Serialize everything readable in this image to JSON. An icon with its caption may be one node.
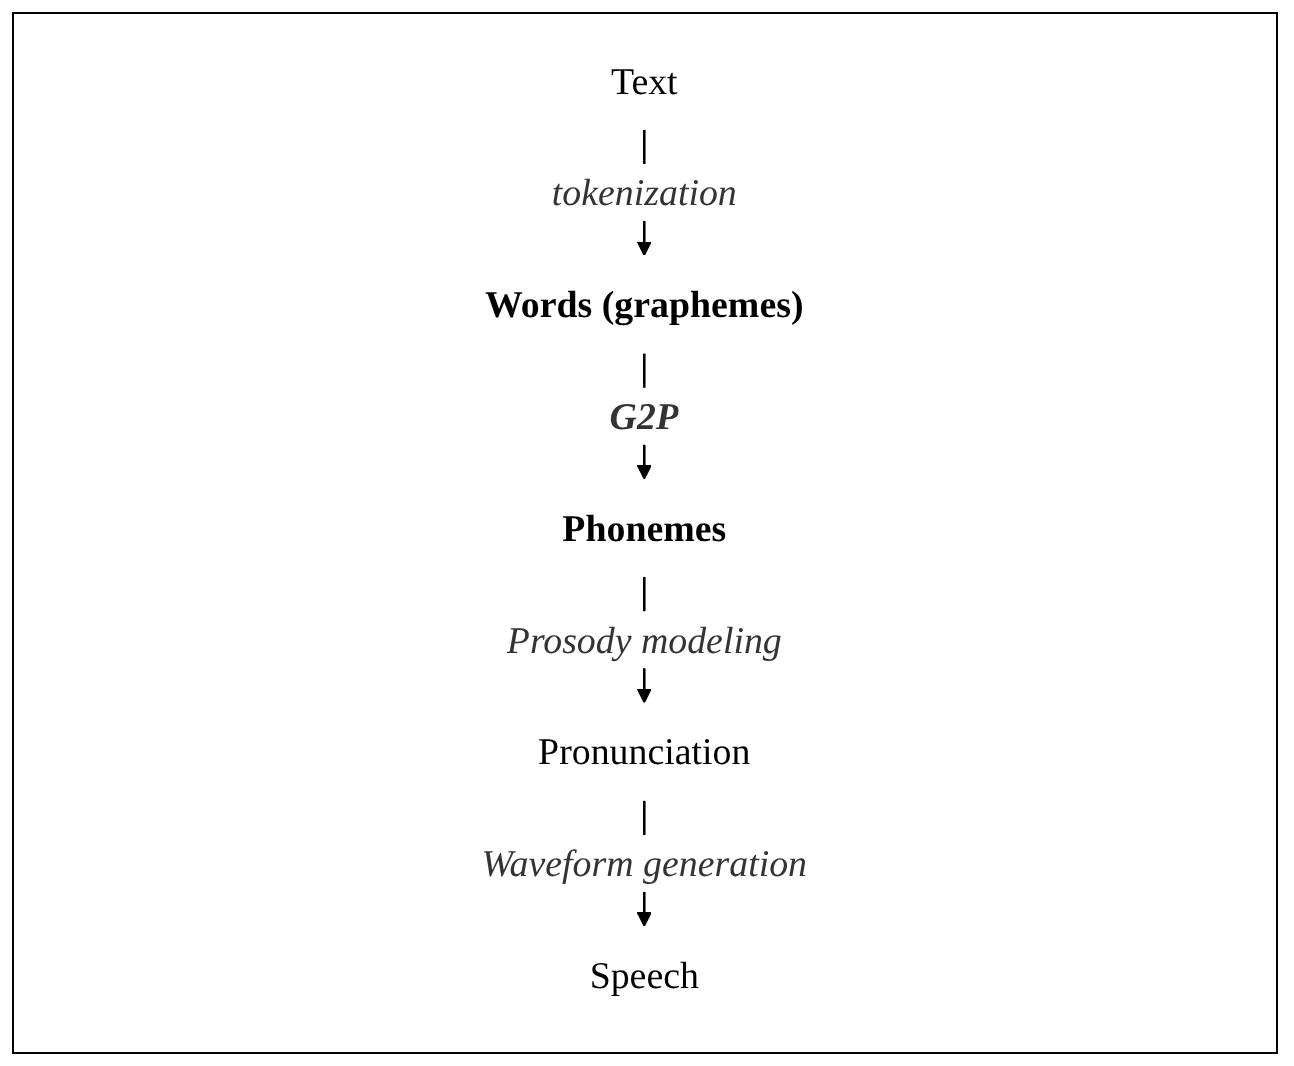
{
  "diagram": {
    "nodes": [
      {
        "text": [
          "Text"
        ]
      },
      {
        "text": [
          "Words (graphemes)"
        ]
      },
      {
        "text": [
          "Phonemes"
        ]
      },
      {
        "text": [
          "Pronunciation"
        ]
      },
      {
        "text": [
          "Speech"
        ]
      }
    ],
    "edges": [
      {
        "from": 0,
        "to": 1,
        "arrow": "to",
        "label": "tokenization"
      },
      {
        "from": 1,
        "to": 2,
        "arrow": "to",
        "label": "G2P"
      },
      {
        "from": 2,
        "to": 3,
        "arrow": "to",
        "label": "Prosody modeling"
      },
      {
        "from": 3,
        "to": 4,
        "arrow": "to",
        "label": "Waveform generation"
      }
    ]
  }
}
